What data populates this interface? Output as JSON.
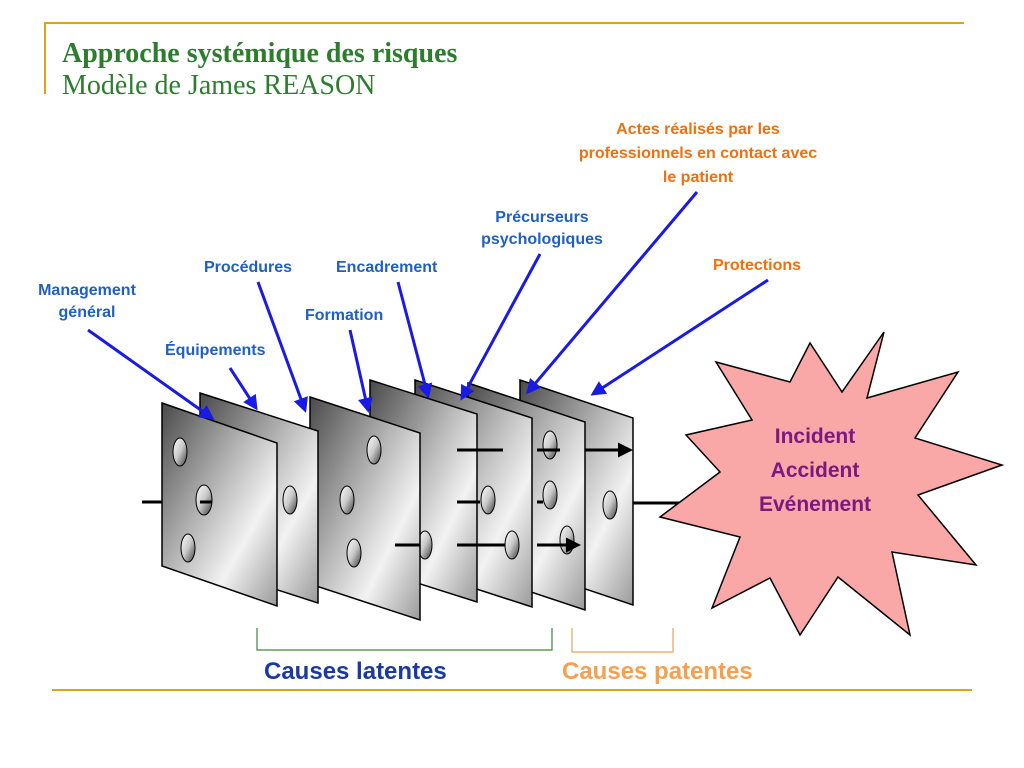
{
  "header": {
    "title": "Approche systémique des risques",
    "subtitle": "Modèle de James REASON"
  },
  "labels": {
    "management": "Management général",
    "equipements": "Équipements",
    "procedures": "Procédures",
    "formation": "Formation",
    "encadrement": "Encadrement",
    "precurseurs": "Précurseurs psychologiques",
    "actes": "Actes réalisés par les professionnels en contact avec le patient",
    "protections": "Protections"
  },
  "outcome": {
    "line1": "Incident",
    "line2": "Accident",
    "line3": "Evénement"
  },
  "causes": {
    "latentes": "Causes latentes",
    "patentes": "Causes patentes"
  },
  "colors": {
    "accent_gold": "#d9a41c",
    "title_green": "#2e7d2e",
    "label_blue": "#2060c0",
    "label_orange": "#f07010",
    "arrow_blue": "#1a1ae6",
    "burst_fill": "#f9a7a7",
    "burst_text": "#7a1a80",
    "latent_bracket": "#3a8a3a",
    "patent_bracket": "#f0a050"
  }
}
